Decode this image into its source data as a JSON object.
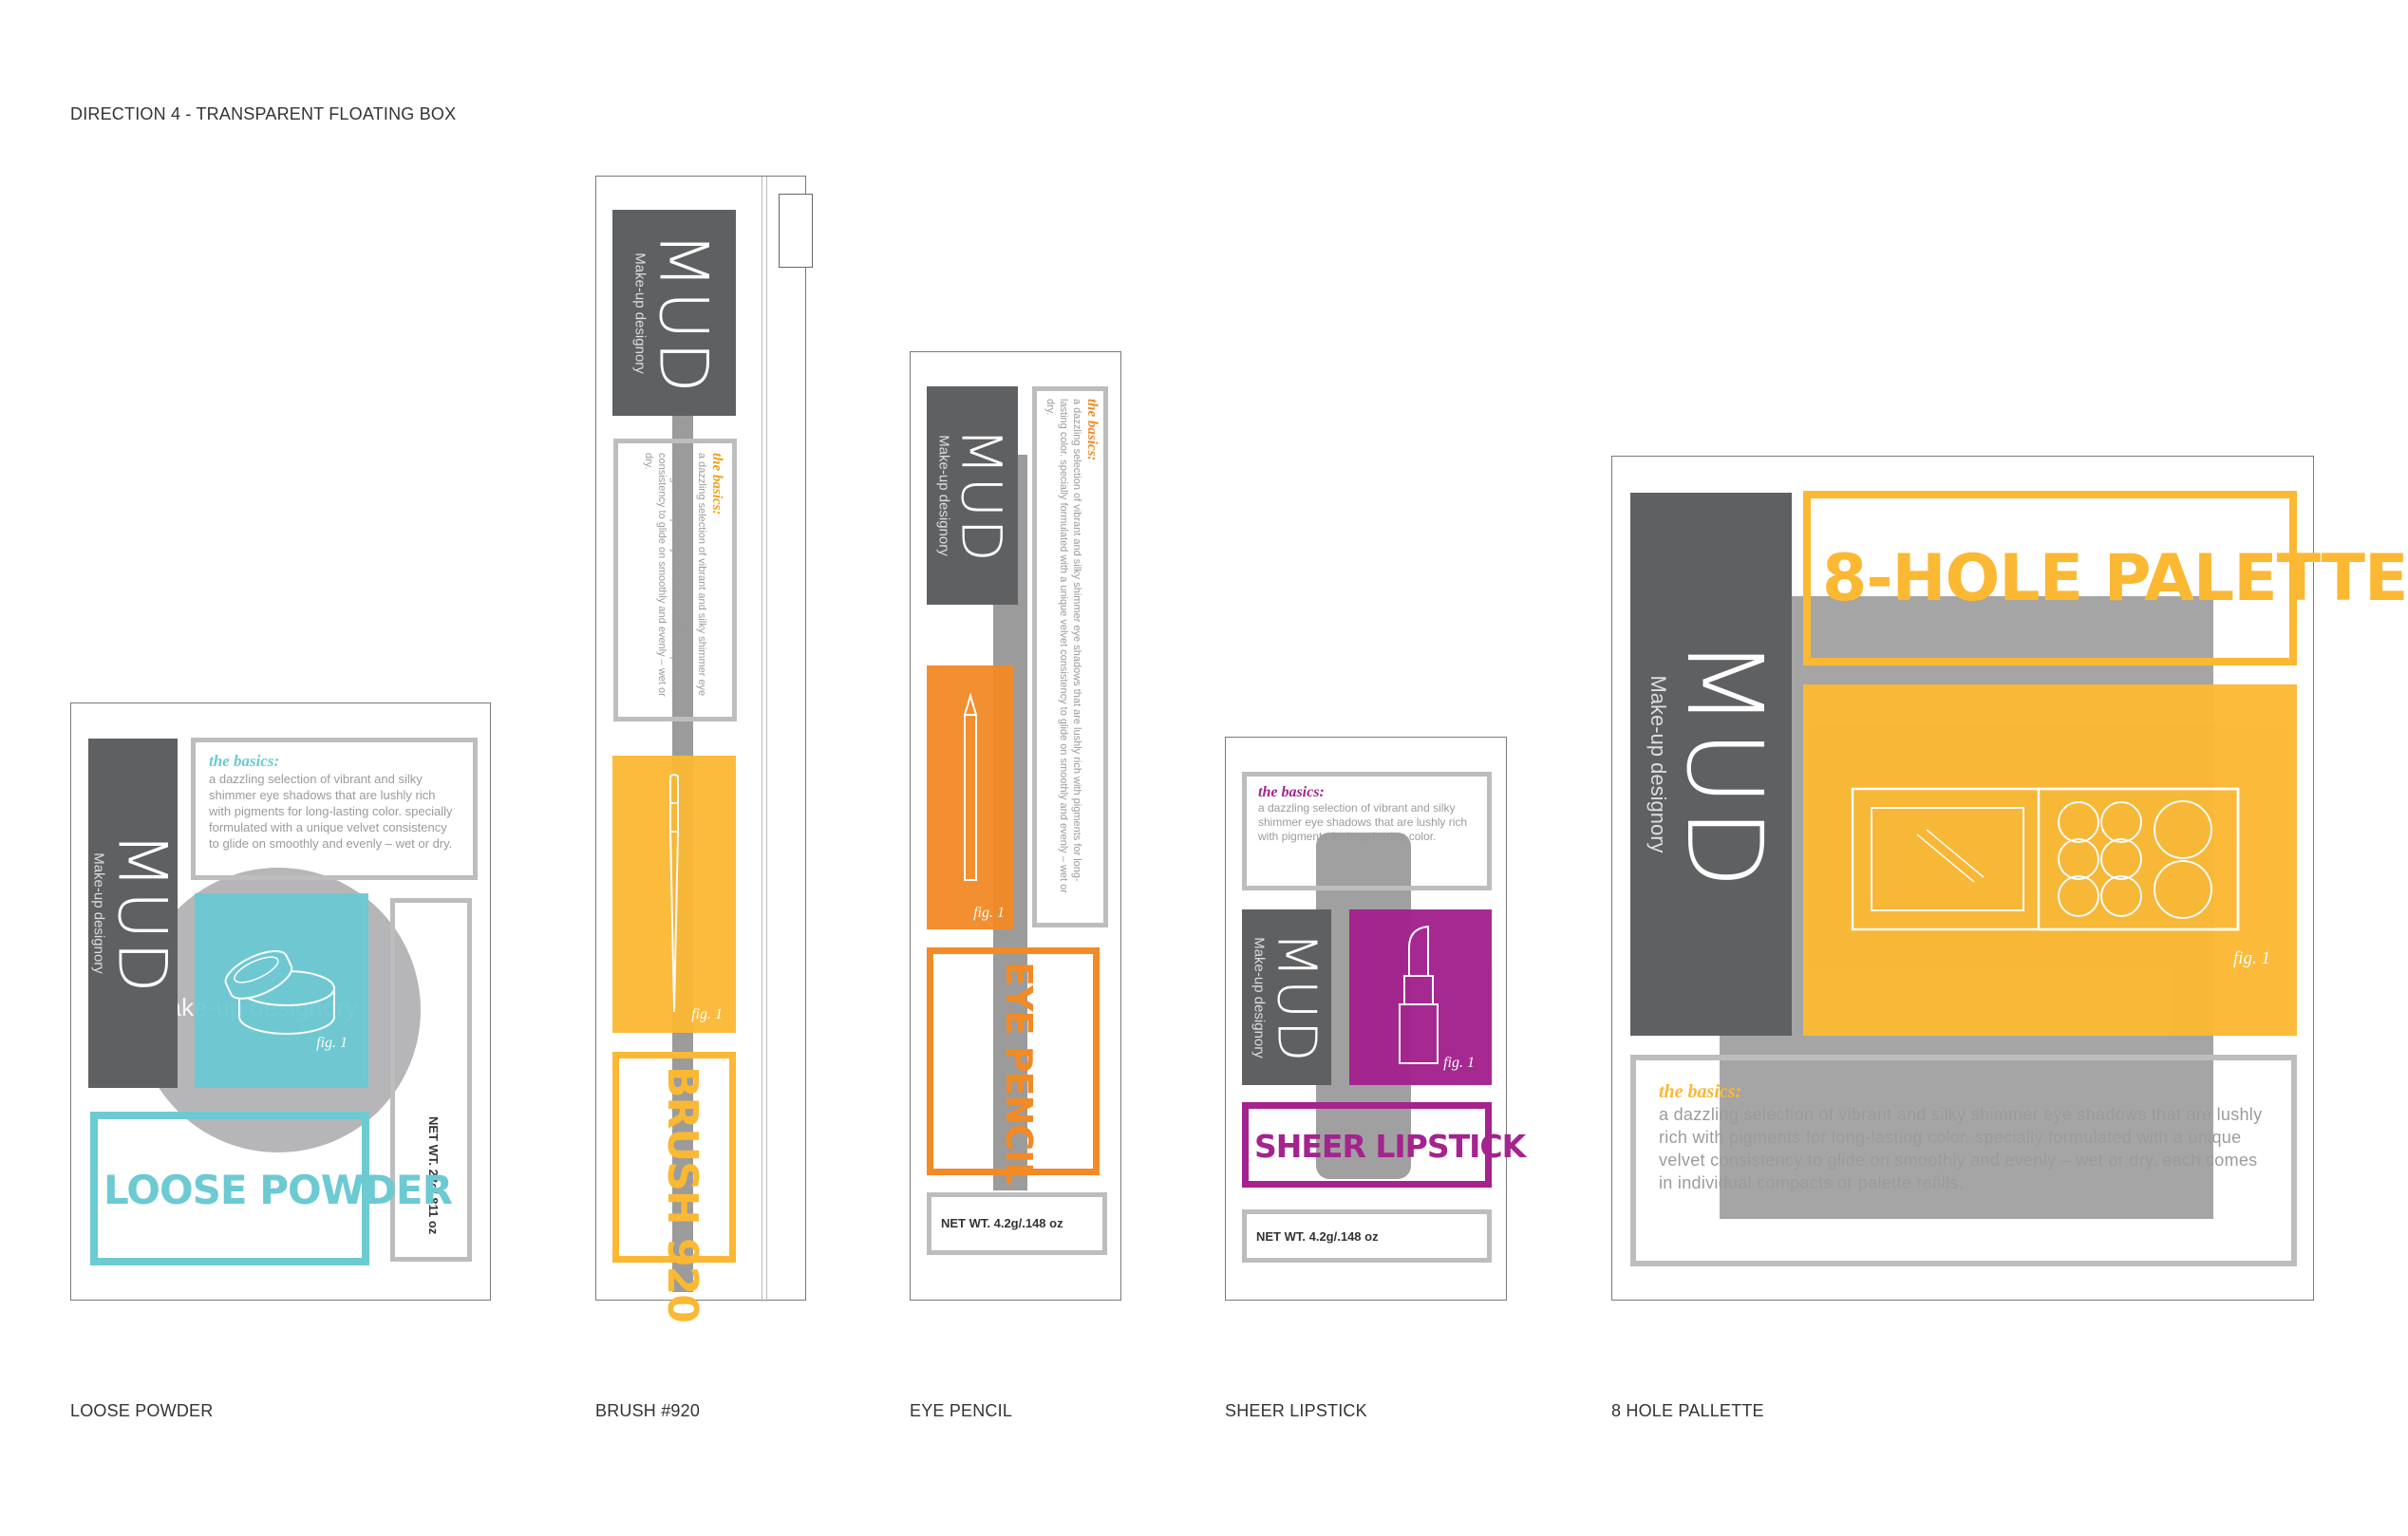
{
  "header": {
    "title": "DIRECTION 4 - TRANSPARENT FLOATING BOX"
  },
  "brand": {
    "mark": "MUD",
    "tagline": "Make-up designory"
  },
  "basics": {
    "heading": "the basics:",
    "short": "a dazzling selection of vibrant and silky shimmer eye shadows that are lushly rich with pigments for long-lasting color. specially formulated with a unique velvet consistency to glide on smoothly and evenly – wet or dry.",
    "long": "a dazzling selection of vibrant and silky shimmer eye shadows that are lushly rich with pigments for long-lasting color. specially formulated with a unique velvet consistency to glide on smoothly and evenly – wet or dry. each comes in individual compacts or palette refills.",
    "lipstick": "a dazzling selection of vibrant and silky shimmer eye shadows that are lushly rich with pigments for long-lasting color."
  },
  "fig_label": "fig. 1",
  "colors": {
    "teal": "#6ccad3",
    "yellow": "#fbb833",
    "orange": "#f28a25",
    "purple": "#a4238e",
    "gray": "#5f6062",
    "light_gray": "#bdbdbd"
  },
  "products": [
    {
      "caption": "LOOSE POWDER",
      "name": "LOOSE POWDER",
      "net": "NET WT. 23g/.811 oz",
      "icon": "powder-jar-icon"
    },
    {
      "caption": "BRUSH #920",
      "name": "BRUSH 920",
      "icon": "brush-icon"
    },
    {
      "caption": "EYE PENCIL",
      "name": "EYE PENCIL",
      "net": "NET WT. 4.2g/.148 oz",
      "icon": "pencil-icon"
    },
    {
      "caption": "SHEER LIPSTICK",
      "name": "SHEER LIPSTICK",
      "net": "NET WT. 4.2g/.148 oz",
      "icon": "lipstick-icon"
    },
    {
      "caption": "8 HOLE PALLETTE",
      "name": "8-HOLE PALETTE",
      "icon": "palette-icon"
    }
  ]
}
